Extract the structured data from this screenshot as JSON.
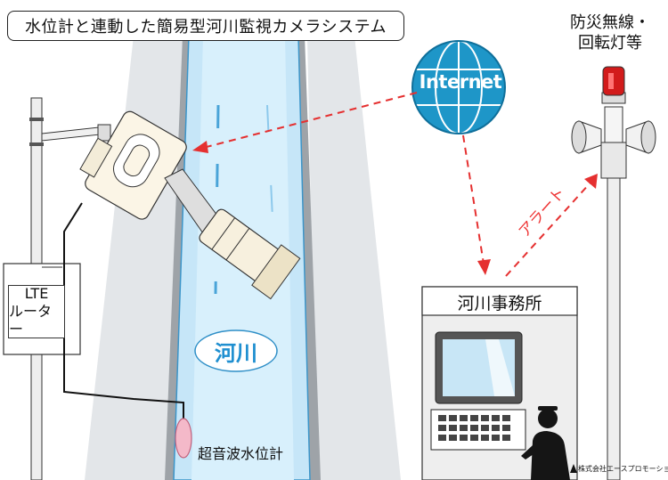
{
  "title": "水位計と連動した簡易型河川監視カメラシステム",
  "lte_router": {
    "line1": "LTE",
    "line2": "ルーター"
  },
  "internet_label": "Internet",
  "office_label": "河川事務所",
  "siren_label": {
    "line1": "防災無線・",
    "line2": "回転灯等"
  },
  "river_label": "河川",
  "sensor_label": "超音波水位計",
  "alert_label": "アラート",
  "credit": "株式会社エースプロモーション",
  "colors": {
    "river": "#c5e6f7",
    "river_border": "#2f8fc7",
    "arrow": "#e53030",
    "road": "#e6e8eb"
  }
}
